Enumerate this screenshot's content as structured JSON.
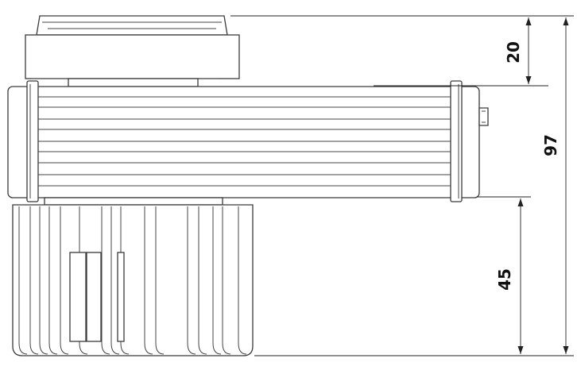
{
  "dimensions": {
    "top": "20",
    "total": "97",
    "bottom": "45"
  },
  "colors": {
    "line": "#3a3a3a",
    "background": "#ffffff",
    "text": "#111111"
  }
}
